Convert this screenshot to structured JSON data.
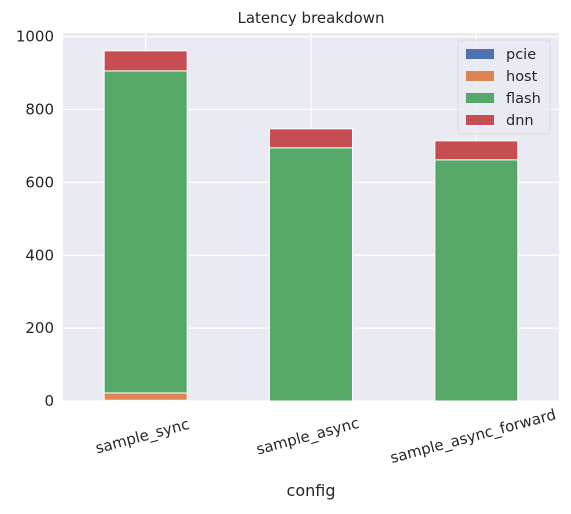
{
  "chart_data": {
    "type": "bar",
    "stacked": true,
    "title": "Latency breakdown",
    "xlabel": "config",
    "ylabel": "",
    "categories": [
      "sample_sync",
      "sample_async",
      "sample_async_forward"
    ],
    "series": [
      {
        "name": "pcie",
        "color": "#4c72b0",
        "values": [
          2,
          0,
          0
        ]
      },
      {
        "name": "host",
        "color": "#dd8452",
        "values": [
          20,
          0,
          0
        ]
      },
      {
        "name": "flash",
        "color": "#55a868",
        "values": [
          884,
          695,
          662
        ]
      },
      {
        "name": "dnn",
        "color": "#c44e52",
        "values": [
          55,
          52,
          52
        ]
      }
    ],
    "ylim": [
      0,
      1010
    ],
    "yticks": [
      0,
      200,
      400,
      600,
      800,
      1000
    ],
    "grid": true,
    "background": "#eaeaf2",
    "legend_position": "top-right",
    "xtick_rotation": -15
  }
}
